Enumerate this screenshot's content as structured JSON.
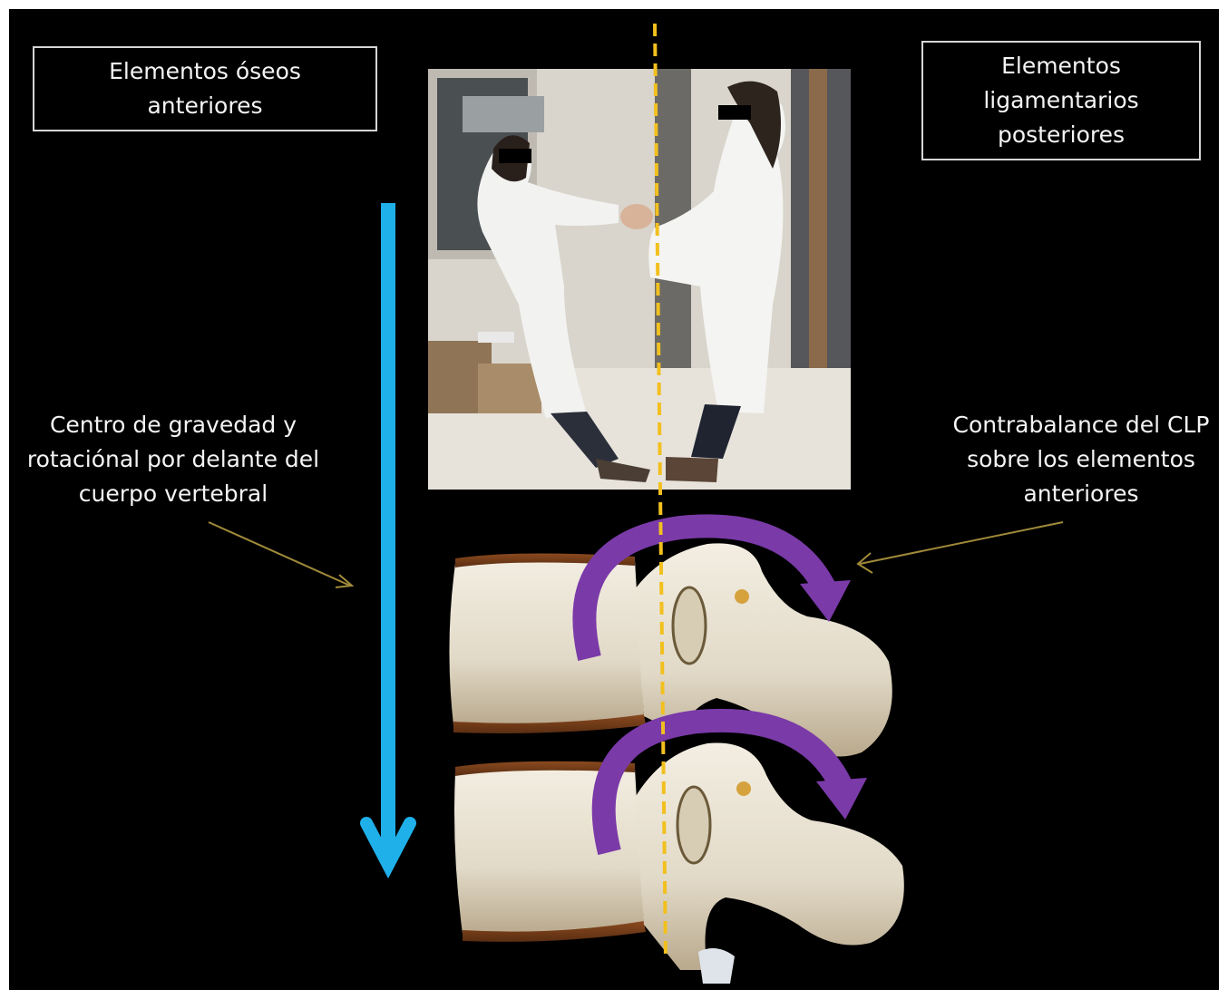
{
  "labels": {
    "anterior_bone": "Elementos óseos\nanteriores",
    "posterior_ligament": "Elementos\nligamentarios\nposteriores",
    "center_gravity": "Centro de gravedad y\nrotaciónal por delante del\ncuerpo vertebral",
    "counterbalance": "Contrabalance del CLP\nsobre los elementos\nanteriores"
  },
  "colors": {
    "background": "#000000",
    "gravity_arrow": "#1fb0ea",
    "midline": "#f2c01e",
    "rotation_arrows": "#7a3aa8",
    "pointer_lines": "#a08a3a",
    "bone": "#e8e1d2"
  },
  "icons": {
    "gravity_arrow": "arrow-down-icon",
    "rotation_arrows": "curved-arrow-clockwise-icon"
  }
}
